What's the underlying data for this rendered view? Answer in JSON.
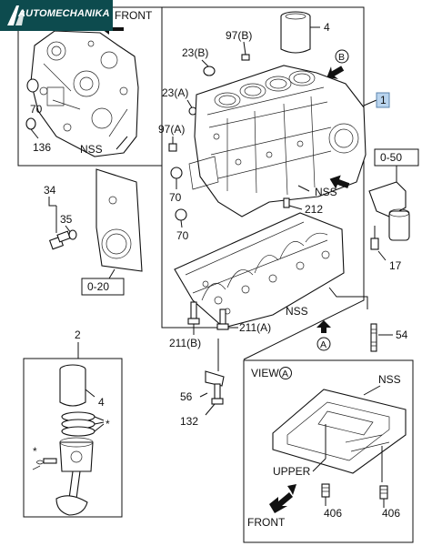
{
  "logo": {
    "text": "AUTOMECHANIKA"
  },
  "labels": {
    "front_top": "FRONT",
    "p4_top": "4",
    "p97b": "97(B)",
    "p23b": "23(B)",
    "b_marker": "B",
    "p23a": "23(A)",
    "p97a": "97(A)",
    "p70_inset": "70",
    "p136": "136",
    "nss_inset": "NSS",
    "p1": "1",
    "p0_50": "0-50",
    "p70_a": "70",
    "p70_b": "70",
    "nss_block": "NSS",
    "p212": "212",
    "p34": "34",
    "p35": "35",
    "p17": "17",
    "p0_20": "0-20",
    "nss_crank": "NSS",
    "p211a": "211(A)",
    "p211b": "211(B)",
    "p54": "54",
    "a_marker": "A",
    "p2": "2",
    "p4_piston": "4",
    "star1": "*",
    "star2": "*",
    "p56": "56",
    "p132": "132",
    "view_a": "VIEW",
    "view_a_circle": "A",
    "nss_view": "NSS",
    "upper": "UPPER",
    "front_bottom": "FRONT",
    "p406a": "406",
    "p406b": "406"
  }
}
